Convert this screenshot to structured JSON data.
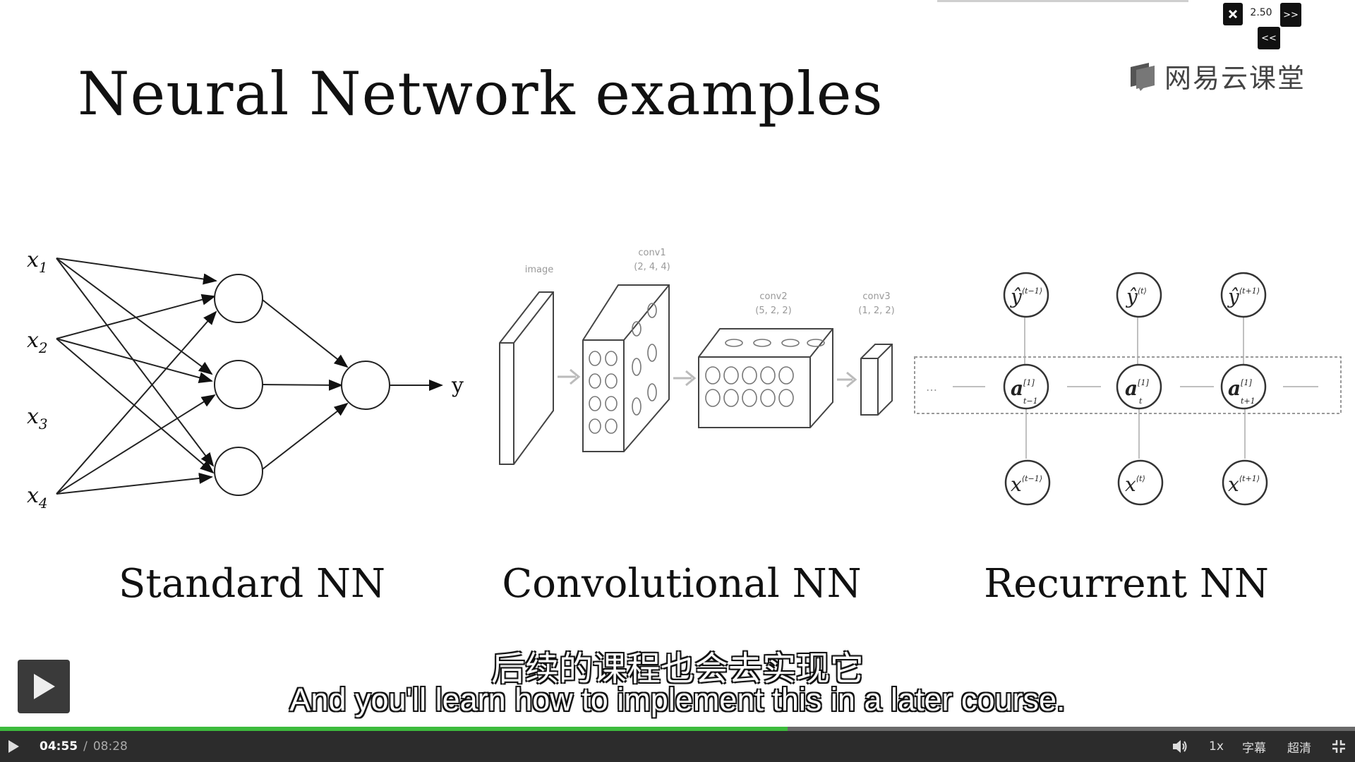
{
  "slide": {
    "title": "Neural Network examples",
    "captions": {
      "standard": "Standard NN",
      "convolutional": "Convolutional NN",
      "recurrent": "Recurrent NN"
    },
    "standard_nn": {
      "inputs": [
        "x",
        "x",
        "x",
        "x"
      ],
      "input_subscripts": [
        "1",
        "2",
        "3",
        "4"
      ],
      "output": "y"
    },
    "cnn": {
      "image_label": "image",
      "conv1_label": "conv1",
      "conv1_dims": "(2, 4, 4)",
      "conv2_label": "conv2",
      "conv2_dims": "(5, 2, 2)",
      "conv3_label": "conv3",
      "conv3_dims": "(1, 2, 2)"
    },
    "rnn": {
      "outputs": [
        "ŷ",
        "ŷ",
        "ŷ"
      ],
      "output_sups": [
        "⟨t−1⟩",
        "⟨t⟩",
        "⟨t+1⟩"
      ],
      "hidden": [
        "a",
        "a",
        "a"
      ],
      "hidden_sups": [
        "[1]",
        "[1]",
        "[1]"
      ],
      "hidden_subs": [
        "t−1",
        "t",
        "t+1"
      ],
      "inputs": [
        "x",
        "x",
        "x"
      ],
      "input_sups": [
        "⟨t−1⟩",
        "⟨t⟩",
        "⟨t+1⟩"
      ],
      "ellipsis": "…"
    }
  },
  "logo": {
    "text": "网易云课堂",
    "icon": "book-logo-icon"
  },
  "speed": {
    "value": "2.50",
    "next": ">>",
    "prev": "<<",
    "close_icon": "close-icon"
  },
  "subtitles": {
    "chinese": "后续的课程也会去实现它",
    "english": "And you'll learn how to implement this in a later course."
  },
  "player": {
    "current_time": "04:55",
    "separator": "/",
    "duration": "08:28",
    "progress": 0.581,
    "playback_rate": "1x",
    "subtitle_label": "字幕",
    "quality_label": "超清",
    "icons": [
      "play-icon",
      "volume-icon",
      "fullscreen-exit-icon"
    ],
    "accent_color": "#3dbb3d"
  }
}
